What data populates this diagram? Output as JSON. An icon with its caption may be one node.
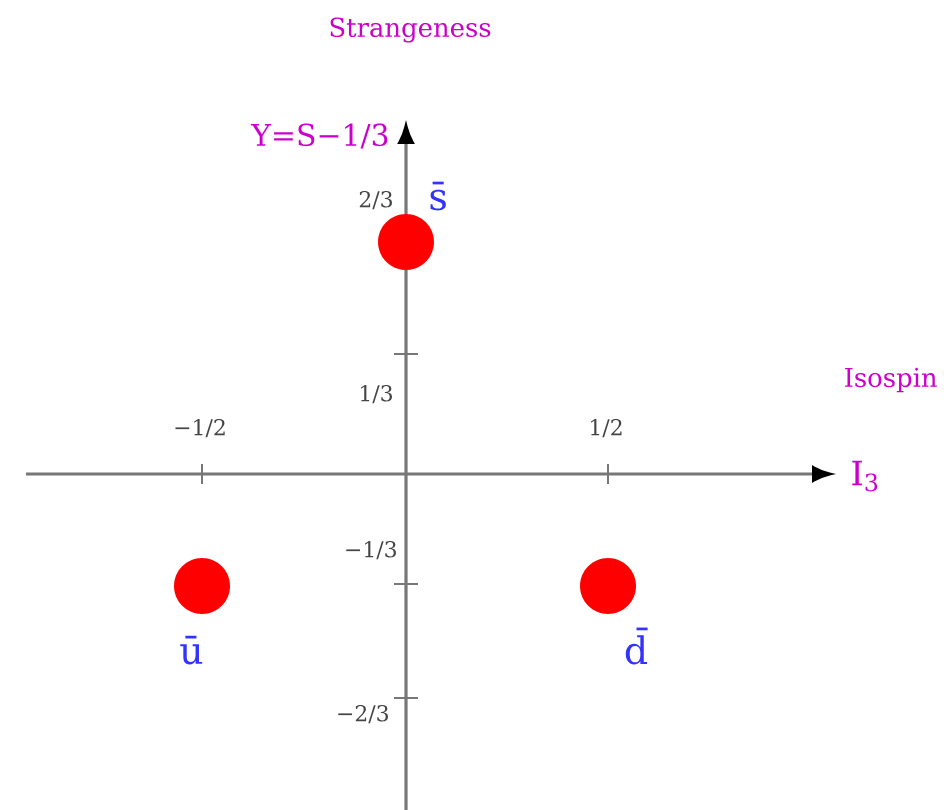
{
  "diagram": {
    "nodes": [
      {
        "text": [],
        "shape": "circle",
        "beside": [
          "s̄"
        ]
      },
      {
        "text": [],
        "shape": "circle",
        "beside": [
          "ū"
        ]
      },
      {
        "text": [],
        "shape": "circle",
        "beside": [
          "d̄"
        ]
      }
    ],
    "labels": [
      "Strangeness",
      "Y=S−1/3",
      "2/3",
      "1/3",
      "Isospin",
      "−1/2",
      "1/2",
      "I$_{3}$",
      "−1/3",
      "−2/3"
    ]
  }
}
